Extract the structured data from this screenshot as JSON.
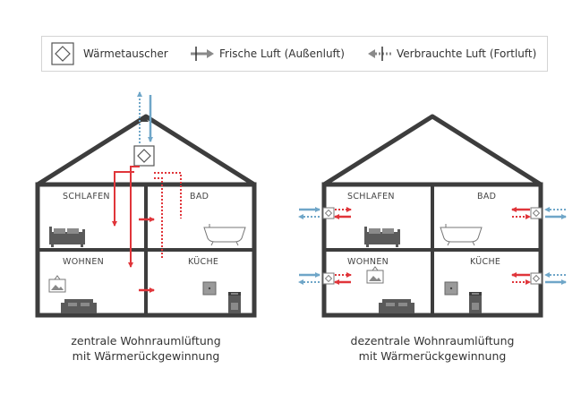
{
  "legend": {
    "heat_exchanger": "Wärmetauscher",
    "fresh_air": "Frische Luft (Außenluft)",
    "exhaust_air": "Verbrauchte Luft (Fortluft)"
  },
  "houses": {
    "central": {
      "rooms": {
        "schlafen": "SCHLAFEN",
        "bad": "BAD",
        "wohnen": "WOHNEN",
        "kueche": "KÜCHE"
      },
      "caption_line1": "zentrale Wohnraumlüftung",
      "caption_line2": "mit Wärmerückgewinnung"
    },
    "decentral": {
      "rooms": {
        "schlafen": "SCHLAFEN",
        "bad": "BAD",
        "wohnen": "WOHNEN",
        "kueche": "KÜCHE"
      },
      "caption_line1": "dezentrale Wohnraumlüftung",
      "caption_line2": "mit Wärmerückgewinnung"
    }
  },
  "colors": {
    "wall": "#3d3d3d",
    "fresh": "#e0353a",
    "exhaust": "#6fa6c8",
    "furniture": "#5a5a5a"
  }
}
